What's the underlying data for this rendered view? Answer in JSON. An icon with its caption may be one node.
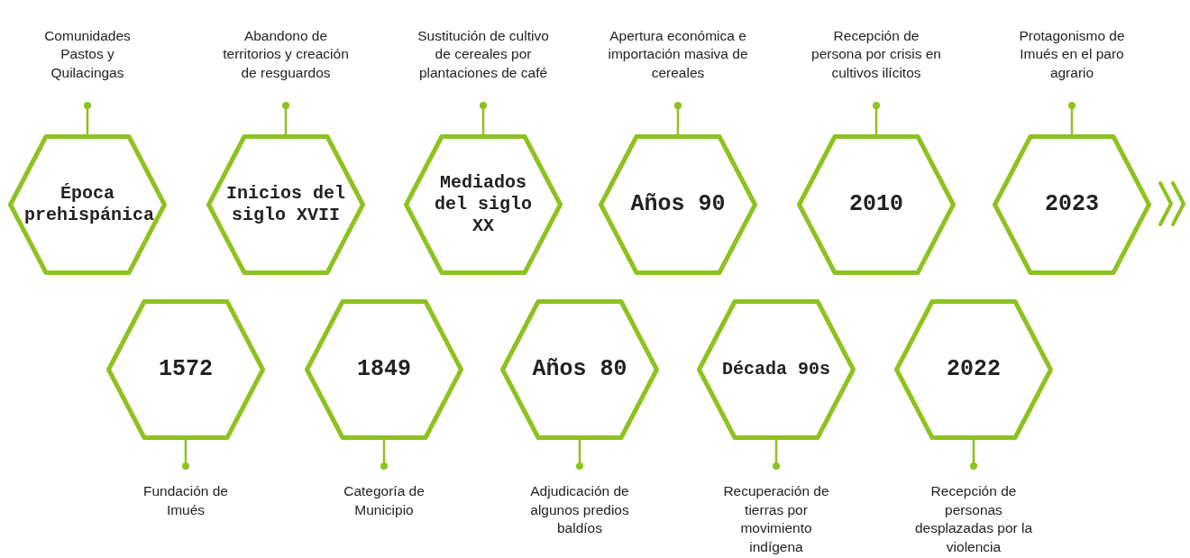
{
  "diagram": {
    "nodes": [
      {
        "text": [
          "Época prehispánica"
        ]
      },
      {
        "text": [
          "Comunidades Pastos y Quilacingas"
        ]
      },
      {
        "text": [
          "1572"
        ]
      },
      {
        "text": [
          "Fundación de Imués"
        ]
      },
      {
        "text": [
          "Inicios del siglo XVII"
        ]
      },
      {
        "text": [
          "Abandono de territorios y creación de resguardos"
        ]
      },
      {
        "text": [
          "1849"
        ]
      },
      {
        "text": [
          "Categoría de Municipio"
        ]
      },
      {
        "text": [
          "Mediados del siglo XX"
        ]
      },
      {
        "text": [
          "Sustitución de cultivo de cereales por plantaciones de café"
        ]
      },
      {
        "text": [
          "Años 80"
        ]
      },
      {
        "text": [
          "Adjudicación de algunos predios baldíos"
        ]
      },
      {
        "text": [
          "Años 90"
        ]
      },
      {
        "text": [
          "Apertura económica e importación masiva de cereales"
        ]
      },
      {
        "text": [
          "Década 90s"
        ]
      },
      {
        "text": [
          "Recuperación de tierras por movimiento indígena"
        ]
      },
      {
        "text": [
          "2010"
        ]
      },
      {
        "text": [
          "Recepción de persona por crisis en cultivos ilícitos"
        ]
      },
      {
        "text": [
          "2022"
        ]
      },
      {
        "text": [
          "Recepción de personas desplazadas por la violencia"
        ]
      },
      {
        "text": [
          "2023"
        ]
      },
      {
        "text": [
          "Protagonismo de Imués en el paro agrario"
        ]
      }
    ],
    "edges": [
      {
        "from": 1,
        "to": 0,
        "arrow": "other"
      },
      {
        "from": 3,
        "to": 2,
        "arrow": "other"
      },
      {
        "from": 5,
        "to": 4,
        "arrow": "other"
      },
      {
        "from": 7,
        "to": 6,
        "arrow": "other"
      },
      {
        "from": 9,
        "to": 8,
        "arrow": "other"
      },
      {
        "from": 11,
        "to": 10,
        "arrow": "other"
      },
      {
        "from": 13,
        "to": 12,
        "arrow": "other"
      },
      {
        "from": 15,
        "to": 14,
        "arrow": "other"
      },
      {
        "from": 17,
        "to": 16,
        "arrow": "other"
      },
      {
        "from": 19,
        "to": 18,
        "arrow": "other"
      },
      {
        "from": 21,
        "to": 20,
        "arrow": "other"
      }
    ]
  }
}
